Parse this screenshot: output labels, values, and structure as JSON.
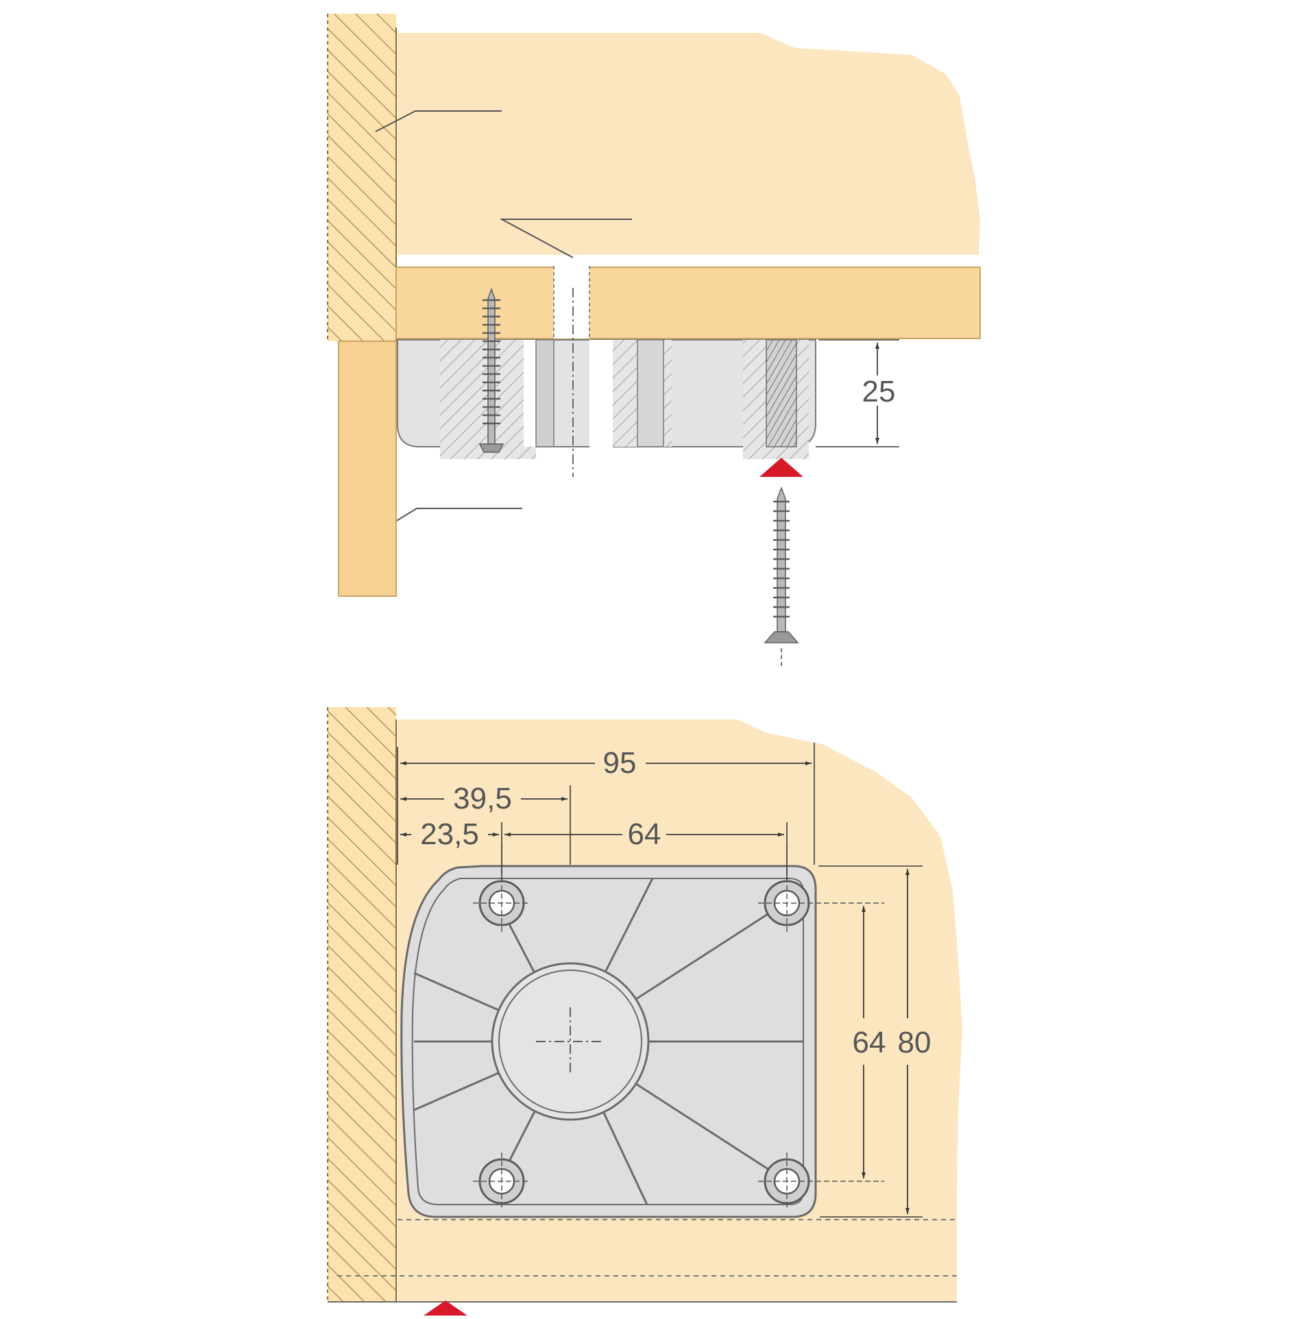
{
  "colors": {
    "wood_light": "#fbe6bf",
    "wood_panel": "#f9d79a",
    "wood_post": "#f6d192",
    "wood_edge": "#e9bf73",
    "hatch": "#a8823f",
    "plate": "#e1e1e1",
    "plate_stroke": "#6b6b6b",
    "dim_line": "#3a3a3a",
    "dim_text": "#555555",
    "marker": "#d61a2a",
    "screw": "#8a8a8a"
  },
  "side_view": {
    "height_dim": "25"
  },
  "top_view": {
    "dim_width_total": "95",
    "dim_center_offset": "39,5",
    "dim_hole_offset": "23,5",
    "dim_hole_spacing_h": "64",
    "dim_hole_spacing_v": "64",
    "dim_height_total": "80"
  },
  "icons": {
    "insert_marker": "red-triangle-icon",
    "screw": "wood-screw-icon"
  }
}
